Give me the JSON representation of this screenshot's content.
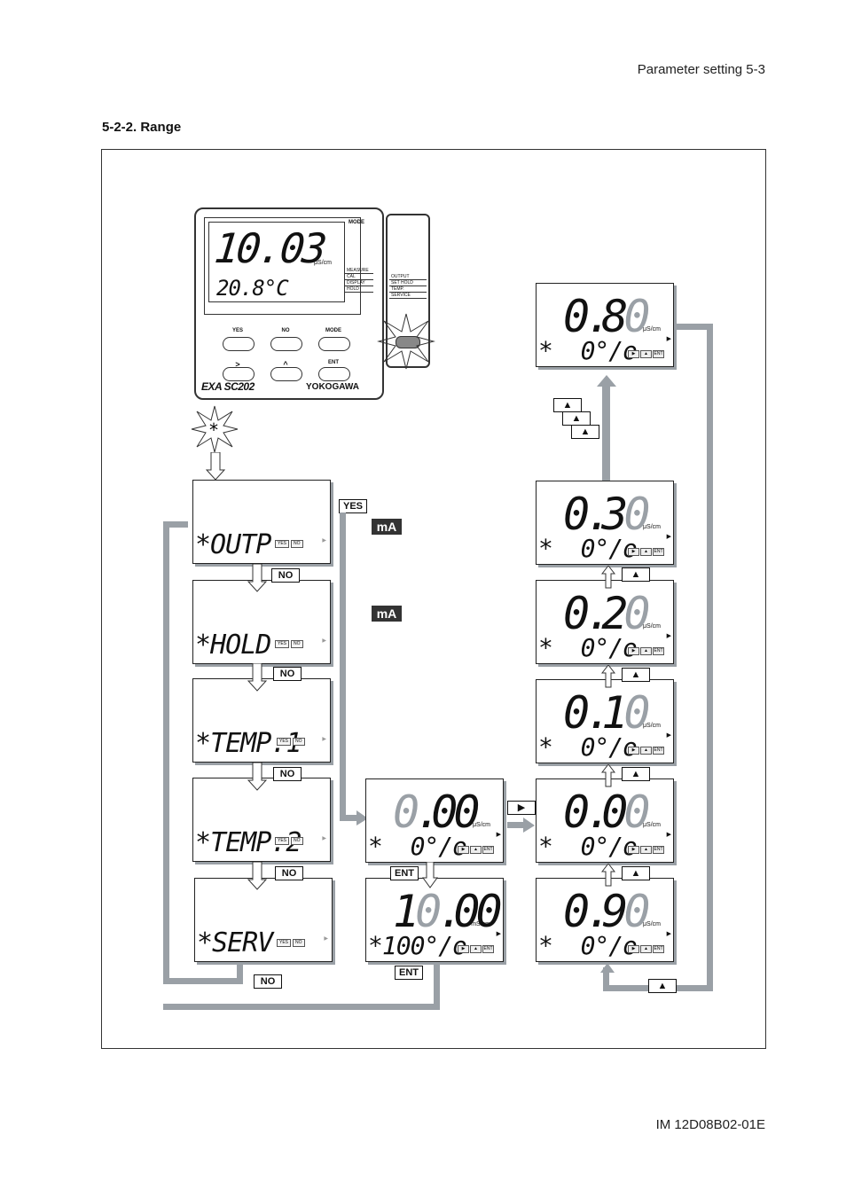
{
  "header": {
    "title": "Parameter setting  5-3"
  },
  "section": {
    "title": "5-2-2. Range"
  },
  "footer": {
    "doc_number": "IM 12D08B02-01E"
  },
  "device": {
    "reading": "10.03",
    "unit": "μS/cm",
    "temperature": "20.8°C",
    "mode_label": "MODE",
    "menu": [
      "MEASURE",
      "CAL",
      "DISPLAY",
      "HOLD"
    ],
    "side_menu": [
      "OUTPUT",
      "SET HOLD",
      "TEMP.",
      "SERVICE"
    ],
    "buttons": {
      "yes": "YES",
      "no": "NO",
      "mode": "MODE",
      "right": ">",
      "up": "^",
      "ent": "ENT"
    },
    "brand": "EXA SC202",
    "maker": "YOKOGAWA"
  },
  "menu_screens": [
    {
      "text": "*OUTP",
      "yes": "YES",
      "no": "NO"
    },
    {
      "text": "*HOLD",
      "yes": "YES",
      "no": "NO"
    },
    {
      "text": "*TEMP.1",
      "yes": "YES",
      "no": "NO"
    },
    {
      "text": "*TEMP.2",
      "yes": "YES",
      "no": "NO"
    },
    {
      "text": "*SERV",
      "yes": "YES",
      "no": "NO"
    }
  ],
  "range_screens": [
    {
      "id": "r0",
      "digits": [
        "0",
        ".",
        "0",
        "0"
      ],
      "dim": [
        0
      ],
      "unit": "μS/cm",
      "line": "*  0°/o"
    },
    {
      "id": "r100",
      "digits": [
        "1",
        "0",
        ".",
        "0",
        "0"
      ],
      "dim": [
        1
      ],
      "unit": "mS/cm",
      "line": "*100°/o"
    },
    {
      "id": "c000",
      "digits": [
        "0",
        ".",
        "0",
        "0"
      ],
      "dim": [
        2
      ],
      "unit": "μS/cm",
      "line": "*  0°/o"
    },
    {
      "id": "c010",
      "digits": [
        "0",
        ".",
        "1",
        "0"
      ],
      "dim": [
        2
      ],
      "unit": "μS/cm",
      "line": "*  0°/o"
    },
    {
      "id": "c020",
      "digits": [
        "0",
        ".",
        "2",
        "0"
      ],
      "dim": [
        2
      ],
      "unit": "μS/cm",
      "line": "*  0°/o"
    },
    {
      "id": "c030",
      "digits": [
        "0",
        ".",
        "3",
        "0"
      ],
      "dim": [
        2
      ],
      "unit": "μS/cm",
      "line": "*  0°/o"
    },
    {
      "id": "c080",
      "digits": [
        "0",
        ".",
        "8",
        "0"
      ],
      "dim": [
        2
      ],
      "unit": "μS/cm",
      "line": "*  0°/o"
    },
    {
      "id": "c090",
      "digits": [
        "0",
        ".",
        "9",
        "0"
      ],
      "dim": [
        2
      ],
      "unit": "μS/cm",
      "line": "*  0°/o"
    }
  ],
  "screen_keys": {
    "right": "▶",
    "up": "▲",
    "ent": "ENT"
  },
  "keys": {
    "yes": "YES",
    "no": "NO",
    "ent": "ENT",
    "up": "▲",
    "right": "▶",
    "ma": "mA"
  }
}
